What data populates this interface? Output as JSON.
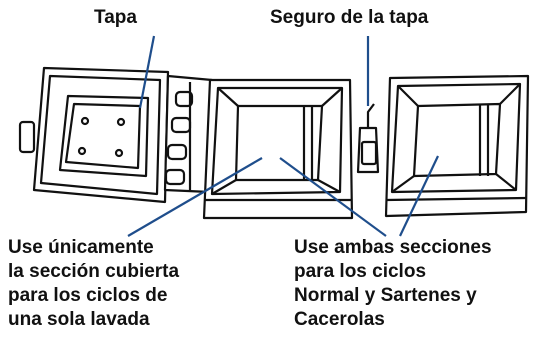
{
  "labels": {
    "lid": "Tapa",
    "lid_lock": "Seguro de la tapa",
    "covered_section": [
      "Use únicamente",
      "la sección cubierta",
      "para los ciclos de",
      "una sola lavada"
    ],
    "both_sections": [
      "Use ambas secciones",
      "para los ciclos",
      "Normal y Sartenes y",
      "Cacerolas"
    ]
  },
  "colors": {
    "outline": "#111111",
    "callout_line": "#1f4e8c"
  }
}
